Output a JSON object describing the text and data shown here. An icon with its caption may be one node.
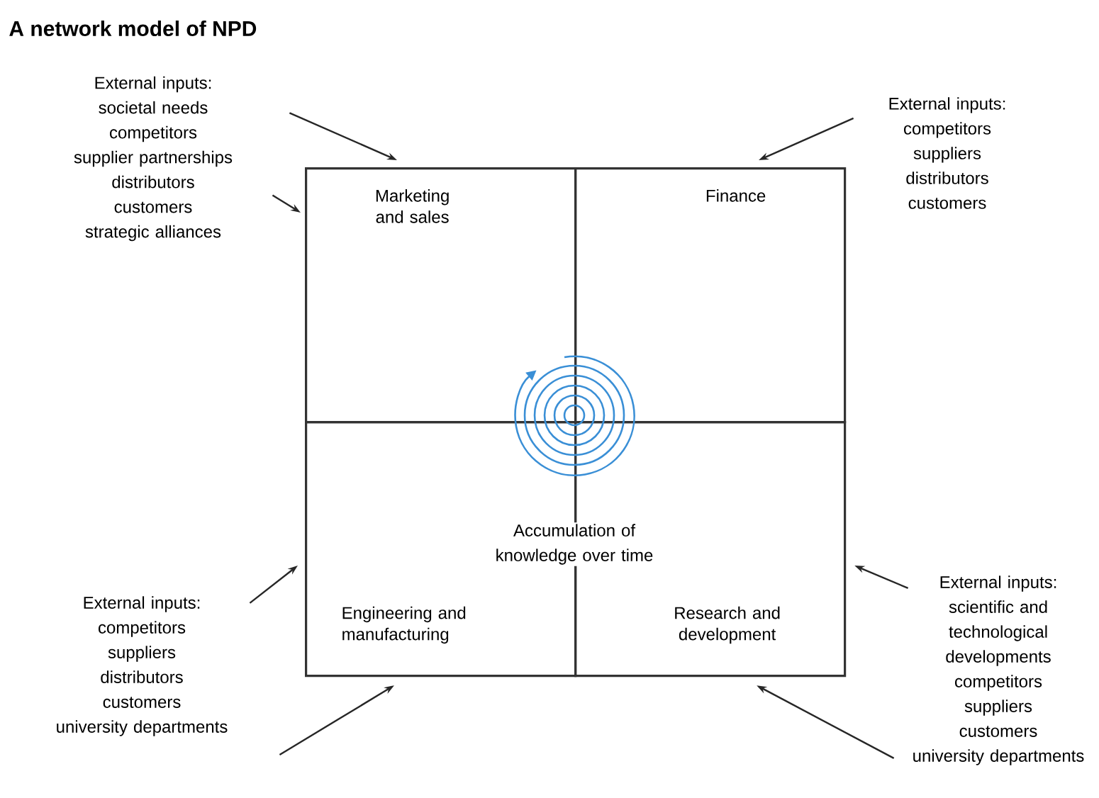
{
  "diagram": {
    "title": "A network model of NPD",
    "nodes": [
      {
        "text": [
          "Marketing and sales"
        ]
      },
      {
        "text": [
          "Finance"
        ]
      },
      {
        "text": [
          "Engineering and manufacturing"
        ]
      },
      {
        "text": [
          "Research and development"
        ]
      },
      {
        "text": [
          "External inputs:",
          "societal needs",
          "competitors",
          "supplier partnerships",
          "distributors",
          "customers",
          "strategic alliances"
        ]
      },
      {
        "text": [
          "External inputs:",
          "competitors",
          "suppliers",
          "distributors",
          "customers"
        ]
      },
      {
        "text": [
          "External inputs:",
          "competitors",
          "suppliers",
          "distributors",
          "customers",
          "university departments"
        ]
      },
      {
        "text": [
          "External inputs:",
          "scientific and technological developments",
          "competitors",
          "suppliers",
          "customers",
          "university departments"
        ]
      }
    ],
    "edges": [
      {
        "from": 4,
        "to": 0,
        "arrow": "to"
      },
      {
        "from": 4,
        "to": 0,
        "arrow": "to"
      },
      {
        "from": 5,
        "to": 1,
        "arrow": "to"
      },
      {
        "from": 6,
        "to": 2,
        "arrow": "to"
      },
      {
        "from": 6,
        "to": 2,
        "arrow": "to"
      },
      {
        "from": 7,
        "to": 3,
        "arrow": "to"
      },
      {
        "from": 7,
        "to": 3,
        "arrow": "to"
      }
    ],
    "labels": [
      "Accumulation of knowledge over time"
    ]
  }
}
